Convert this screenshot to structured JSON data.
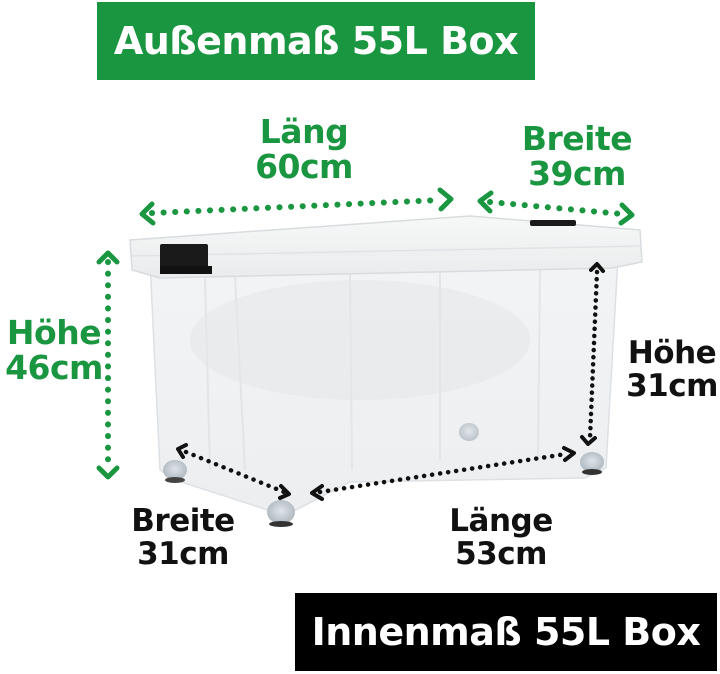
{
  "colors": {
    "accent_green": "#1a9641",
    "banner_green": "#1a9641",
    "banner_black": "#000000",
    "annotation_black": "#111111",
    "background": "#ffffff"
  },
  "banners": {
    "outer": {
      "label": "Außenmaß 55L Box"
    },
    "inner": {
      "label": "Innenmaß 55L Box"
    }
  },
  "outer_dimensions": {
    "length": {
      "title": "Läng",
      "value": "60cm"
    },
    "width": {
      "title": "Breite",
      "value": "39cm"
    },
    "height": {
      "title": "Höhe",
      "value": "46cm"
    }
  },
  "inner_dimensions": {
    "height": {
      "title": "Höhe",
      "value": "31cm"
    },
    "width": {
      "title": "Breite",
      "value": "31cm"
    },
    "length": {
      "title": "Länge",
      "value": "53cm"
    }
  },
  "product": {
    "image": "clear-plastic-storage-box-with-lid-black-clips-and-wheels"
  }
}
